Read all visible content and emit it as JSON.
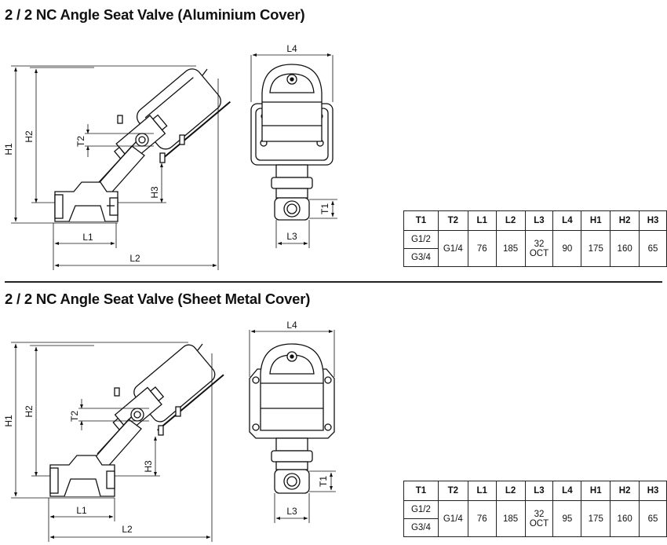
{
  "sections": [
    {
      "title": "2 / 2 NC Angle Seat Valve (Aluminium Cover)",
      "dims": {
        "h1": "H1",
        "h2": "H2",
        "h3": "H3",
        "t1": "T1",
        "t2": "T2",
        "l1": "L1",
        "l2": "L2",
        "l3": "L3",
        "l4": "L4"
      },
      "table": {
        "headers": [
          "T1",
          "T2",
          "L1",
          "L2",
          "L3",
          "L4",
          "H1",
          "H2",
          "H3"
        ],
        "t1_values": [
          "G1/2",
          "G3/4"
        ],
        "t2": "G1/4",
        "l1": "76",
        "l2": "185",
        "l3_a": "32",
        "l3_b": "OCT",
        "l4": "90",
        "h1": "175",
        "h2": "160",
        "h3": "65"
      }
    },
    {
      "title": "2 / 2 NC Angle Seat Valve (Sheet Metal Cover)",
      "dims": {
        "h1": "H1",
        "h2": "H2",
        "h3": "H3",
        "t1": "T1",
        "t2": "T2",
        "l1": "L1",
        "l2": "L2",
        "l3": "L3",
        "l4": "L4"
      },
      "table": {
        "headers": [
          "T1",
          "T2",
          "L1",
          "L2",
          "L3",
          "L4",
          "H1",
          "H2",
          "H3"
        ],
        "t1_values": [
          "G1/2",
          "G3/4"
        ],
        "t2": "G1/4",
        "l1": "76",
        "l2": "185",
        "l3_a": "32",
        "l3_b": "OCT",
        "l4": "95",
        "h1": "175",
        "h2": "160",
        "h3": "65"
      }
    }
  ]
}
